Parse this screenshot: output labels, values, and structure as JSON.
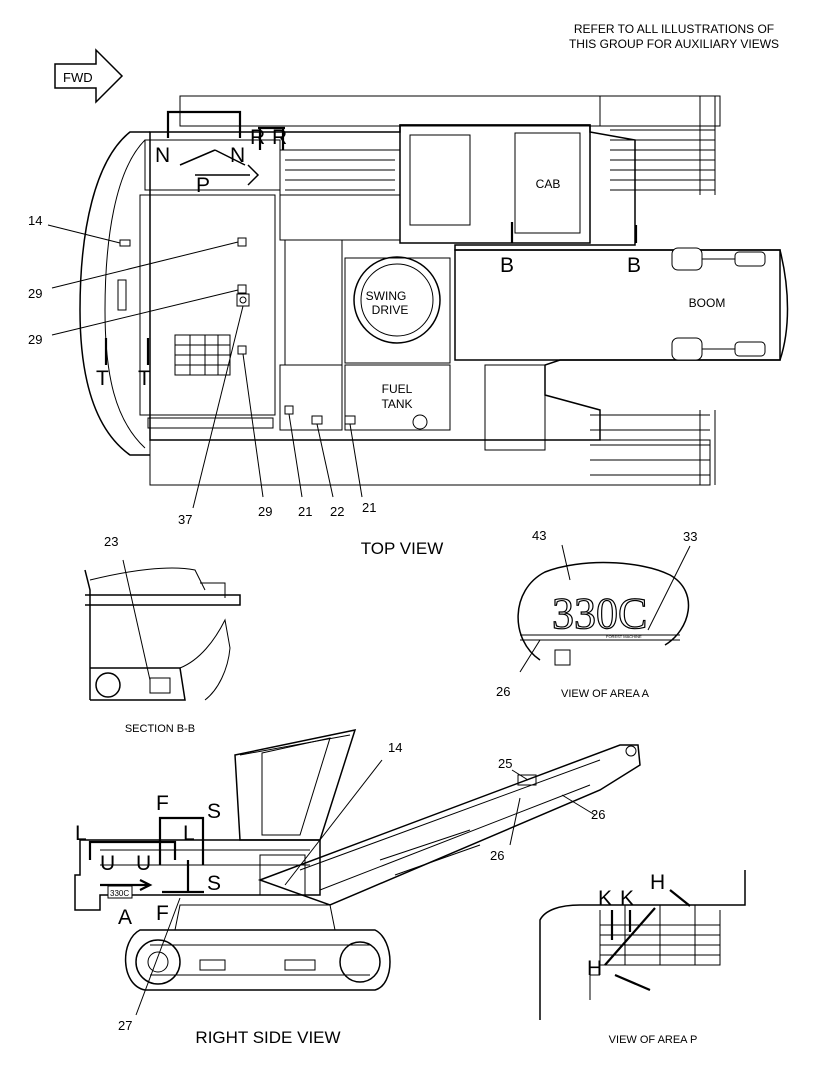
{
  "notes": {
    "refer_line1": "REFER TO ALL ILLUSTRATIONS OF",
    "refer_line2": "THIS GROUP FOR AUXILIARY VIEWS",
    "fwd": "FWD"
  },
  "views": {
    "top": "TOP VIEW",
    "section_bb": "SECTION B-B",
    "area_a": "VIEW OF AREA A",
    "right_side": "RIGHT SIDE VIEW",
    "area_p": "VIEW OF AREA P"
  },
  "labels": {
    "cab": "CAB",
    "boom": "BOOM",
    "swing1": "SWING",
    "swing2": "DRIVE",
    "fuel1": "FUEL",
    "fuel2": "TANK",
    "model": "330C",
    "model_small": "FOREST MACHINE",
    "decal_small": "330C"
  },
  "section_letters": {
    "N": "N",
    "R": "R",
    "P": "P",
    "B": "B",
    "T": "T",
    "F": "F",
    "S": "S",
    "L": "L",
    "U": "U",
    "A": "A",
    "K": "K",
    "H": "H"
  },
  "callouts": {
    "c14": "14",
    "c29": "29",
    "c37": "37",
    "c21": "21",
    "c22": "22",
    "c23": "23",
    "c43": "43",
    "c33": "33",
    "c26": "26",
    "c25": "25",
    "c27": "27"
  }
}
